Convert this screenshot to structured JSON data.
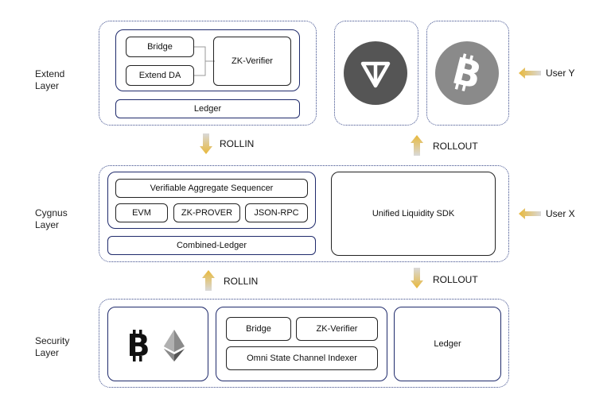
{
  "extend_layer": {
    "label_line1": "Extend",
    "label_line2": "Layer",
    "bridge": "Bridge",
    "extend_da": "Extend DA",
    "zk_verifier": "ZK-Verifier",
    "ledger": "Ledger",
    "token_a_icon": "ton-icon",
    "token_b_icon": "bitcoin-icon"
  },
  "users": {
    "user_y": "User Y",
    "user_x": "User X"
  },
  "arrows": {
    "rollin_top": "ROLLIN",
    "rollout_top": "ROLLOUT",
    "rollin_bottom": "ROLLIN",
    "rollout_bottom": "ROLLOUT"
  },
  "cygnus_layer": {
    "label_line1": "Cygnus",
    "label_line2": "Layer",
    "sequencer": "Verifiable Aggregate Sequencer",
    "evm": "EVM",
    "zk_prover": "ZK-PROVER",
    "json_rpc": "JSON-RPC",
    "combined_ledger": "Combined-Ledger",
    "unified_sdk": "Unified Liquidity SDK"
  },
  "security_layer": {
    "label_line1": "Security",
    "label_line2": "Layer",
    "bridge": "Bridge",
    "zk_verifier": "ZK-Verifier",
    "omni_indexer": "Omni State Channel Indexer",
    "ledger": "Ledger",
    "chain_icons": [
      "bitcoin-icon",
      "ethereum-icon"
    ]
  },
  "colors": {
    "navy": "#1f2a6b",
    "dotted": "#3a4a8a",
    "arrow_gold": "#e8b83a",
    "arrow_grey": "#c9c9c9",
    "icon_bg": "#555555"
  }
}
